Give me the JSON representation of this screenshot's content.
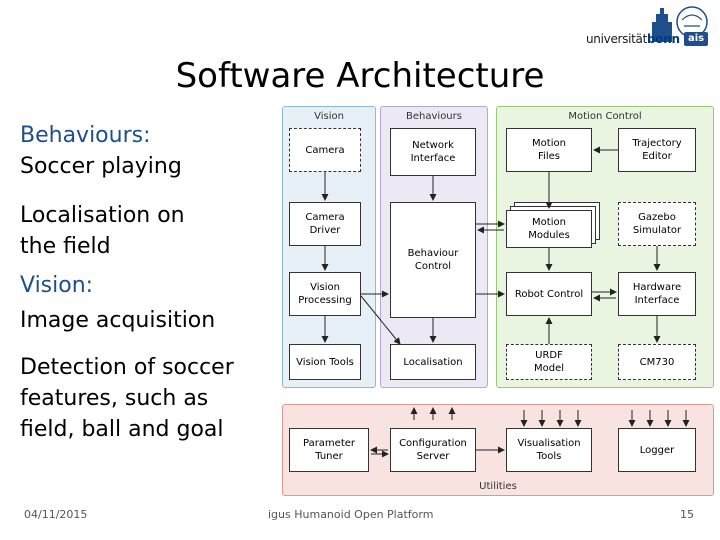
{
  "header": {
    "logo_text_prefix": "universität",
    "logo_text_brand": "bonn",
    "logo_badge": "ais"
  },
  "slide": {
    "title": "Software Architecture",
    "left_text": [
      {
        "text": "Behaviours:",
        "style": "heading"
      },
      {
        "text": "Soccer playing",
        "style": "body"
      },
      {
        "text": "",
        "style": "spacer"
      },
      {
        "text": "Localisation on",
        "style": "body"
      },
      {
        "text": "the field",
        "style": "body"
      },
      {
        "text": "",
        "style": "spacer"
      },
      {
        "text": "Vision:",
        "style": "heading"
      },
      {
        "text": "Image acquisition",
        "style": "body"
      },
      {
        "text": "",
        "style": "spacer"
      },
      {
        "text": "Detection of soccer",
        "style": "body"
      },
      {
        "text": "features, such as",
        "style": "body"
      },
      {
        "text": "field, ball and goal",
        "style": "body"
      }
    ]
  },
  "diagram": {
    "panels": {
      "vision": "Vision",
      "behaviours": "Behaviours",
      "motion_control": "Motion Control",
      "utilities": "Utilities"
    },
    "boxes": {
      "camera": "Camera",
      "camera_driver": "Camera\nDriver",
      "vision_processing": "Vision\nProcessing",
      "vision_tools": "Vision Tools",
      "network_interface": "Network\nInterface",
      "behaviour_control": "Behaviour\nControl",
      "localisation": "Localisation",
      "motion_files": "Motion\nFiles",
      "motion_modules": "Motion\nModules",
      "robot_control": "Robot Control",
      "urdf_model": "URDF\nModel",
      "trajectory_editor": "Trajectory\nEditor",
      "gazebo_simulator": "Gazebo\nSimulator",
      "hardware_interface": "Hardware\nInterface",
      "cm730": "CM730",
      "parameter_tuner": "Parameter\nTuner",
      "configuration_server": "Configuration\nServer",
      "visualisation_tools": "Visualisation\nTools",
      "logger": "Logger"
    },
    "colors": {
      "vision_fill": "#e7f0f7",
      "vision_border": "#8fb8d8",
      "behaviours_fill": "#ece9f5",
      "behaviours_border": "#b5a9d6",
      "motion_fill": "#e9f4e1",
      "motion_border": "#98c77a",
      "utilities_fill": "#f8e3e1",
      "utilities_border": "#d99a94"
    }
  },
  "footer": {
    "date": "04/11/2015",
    "center": "igus Humanoid Open Platform",
    "page": "15"
  }
}
